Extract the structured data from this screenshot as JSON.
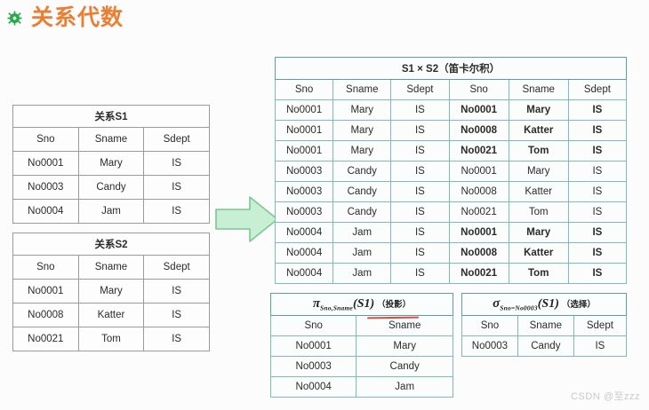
{
  "slide": {
    "title": "关系代数",
    "title_color": "#ED7D31",
    "bullet_icon": "green-flower-icon",
    "background": "#fcfcfc"
  },
  "watermark": {
    "text": "CSDN @至zzz"
  },
  "arrow": {
    "name": "green-right-arrow",
    "fill": "#c7efd2",
    "stroke": "#74c48d"
  },
  "tables": {
    "s1": {
      "caption": "关系S1",
      "columns": [
        "Sno",
        "Sname",
        "Sdept"
      ],
      "rows": [
        [
          "No0001",
          "Mary",
          "IS"
        ],
        [
          "No0003",
          "Candy",
          "IS"
        ],
        [
          "No0004",
          "Jam",
          "IS"
        ]
      ]
    },
    "s2": {
      "caption": "关系S2",
      "columns": [
        "Sno",
        "Sname",
        "Sdept"
      ],
      "rows": [
        [
          "No0001",
          "Mary",
          "IS"
        ],
        [
          "No0008",
          "Katter",
          "IS"
        ],
        [
          "No0021",
          "Tom",
          "IS"
        ]
      ]
    },
    "product": {
      "caption": "S1 × S2（笛卡尔积）",
      "columns": [
        "Sno",
        "Sname",
        "Sdept",
        "Sno",
        "Sname",
        "Sdept"
      ],
      "rows": [
        {
          "left": [
            "No0001",
            "Mary",
            "IS"
          ],
          "right": [
            "No0001",
            "Mary",
            "IS"
          ],
          "right_color": "red"
        },
        {
          "left": [
            "No0001",
            "Mary",
            "IS"
          ],
          "right": [
            "No0008",
            "Katter",
            "IS"
          ],
          "right_color": "red"
        },
        {
          "left": [
            "No0001",
            "Mary",
            "IS"
          ],
          "right": [
            "No0021",
            "Tom",
            "IS"
          ],
          "right_color": "red"
        },
        {
          "left": [
            "No0003",
            "Candy",
            "IS"
          ],
          "right": [
            "No0001",
            "Mary",
            "IS"
          ],
          "right_color": "black"
        },
        {
          "left": [
            "No0003",
            "Candy",
            "IS"
          ],
          "right": [
            "No0008",
            "Katter",
            "IS"
          ],
          "right_color": "black"
        },
        {
          "left": [
            "No0003",
            "Candy",
            "IS"
          ],
          "right": [
            "No0021",
            "Tom",
            "IS"
          ],
          "right_color": "black"
        },
        {
          "left": [
            "No0004",
            "Jam",
            "IS"
          ],
          "right": [
            "No0001",
            "Mary",
            "IS"
          ],
          "right_color": "blue"
        },
        {
          "left": [
            "No0004",
            "Jam",
            "IS"
          ],
          "right": [
            "No0008",
            "Katter",
            "IS"
          ],
          "right_color": "blue"
        },
        {
          "left": [
            "No0004",
            "Jam",
            "IS"
          ],
          "right": [
            "No0021",
            "Tom",
            "IS"
          ],
          "right_color": "blue"
        }
      ],
      "colors": {
        "red": "#e03030",
        "blue": "#3d4f8f",
        "black": "#2b2b2b"
      }
    },
    "projection": {
      "formula": {
        "operator": "π",
        "subscript": "Sno,Sname",
        "relation": "(S1)",
        "label": "（投影）"
      },
      "columns": [
        "Sno",
        "Sname"
      ],
      "rows": [
        [
          "No0001",
          "Mary"
        ],
        [
          "No0003",
          "Candy"
        ],
        [
          "No0004",
          "Jam"
        ]
      ],
      "annotation": {
        "name": "red-highlight-mark",
        "target_column": "Sname",
        "color": "#e04b43"
      }
    },
    "selection": {
      "formula": {
        "operator": "σ",
        "subscript": "Sno=No0003",
        "relation": "(S1)",
        "label": "（选择）"
      },
      "columns": [
        "Sno",
        "Sname",
        "Sdept"
      ],
      "rows": [
        [
          "No0003",
          "Candy",
          "IS"
        ]
      ]
    }
  }
}
